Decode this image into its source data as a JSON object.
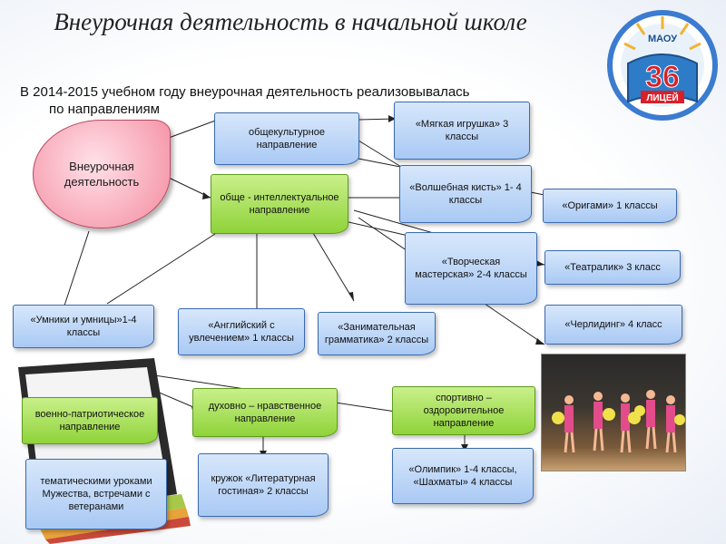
{
  "title": "Внеурочная деятельность в начальной школе",
  "subtitle_line1": "В 2014-2015 учебном году внеурочная деятельность реализовывалась",
  "subtitle_line2": "по направлениям",
  "logo": {
    "top_text": "МАОУ",
    "number": "36",
    "bottom_text": "ЛИЦЕЙ",
    "accent": "#d7212a",
    "ring": "#3b7bd0",
    "gold": "#f3b233"
  },
  "center": "Внеурочная деятельность",
  "nodes": {
    "general_cultural": "общекультурное направление",
    "general_intellectual": "обще - интеллектуальное направление",
    "soft_toy": "«Мягкая игрушка» 3 классы",
    "magic_brush": "«Волшебная кисть» 1- 4 классы",
    "origami": "«Оригами» 1 классы",
    "creative_workshop": "«Творческая мастерская» 2-4 классы",
    "theater": "«Театралик» 3 класс",
    "cheerleading": "«Черлидинг» 4 класс",
    "smart_kids": "«Умники и умницы»1-4 классы",
    "english": "«Английский с увлечением» 1 классы",
    "grammar": "«Занимательная грамматика» 2 классы",
    "military": "военно-патриотическое направление",
    "spiritual": "духовно – нравственное направление",
    "sport": "спортивно – оздоровительное направление",
    "thematic": "тематическими уроками Мужества, встречами с ветеранами",
    "literary": "кружок «Литературная гостиная» 2 классы",
    "olympic": "«Олимпик» 1-4 классы, «Шахматы» 4 классы"
  }
}
